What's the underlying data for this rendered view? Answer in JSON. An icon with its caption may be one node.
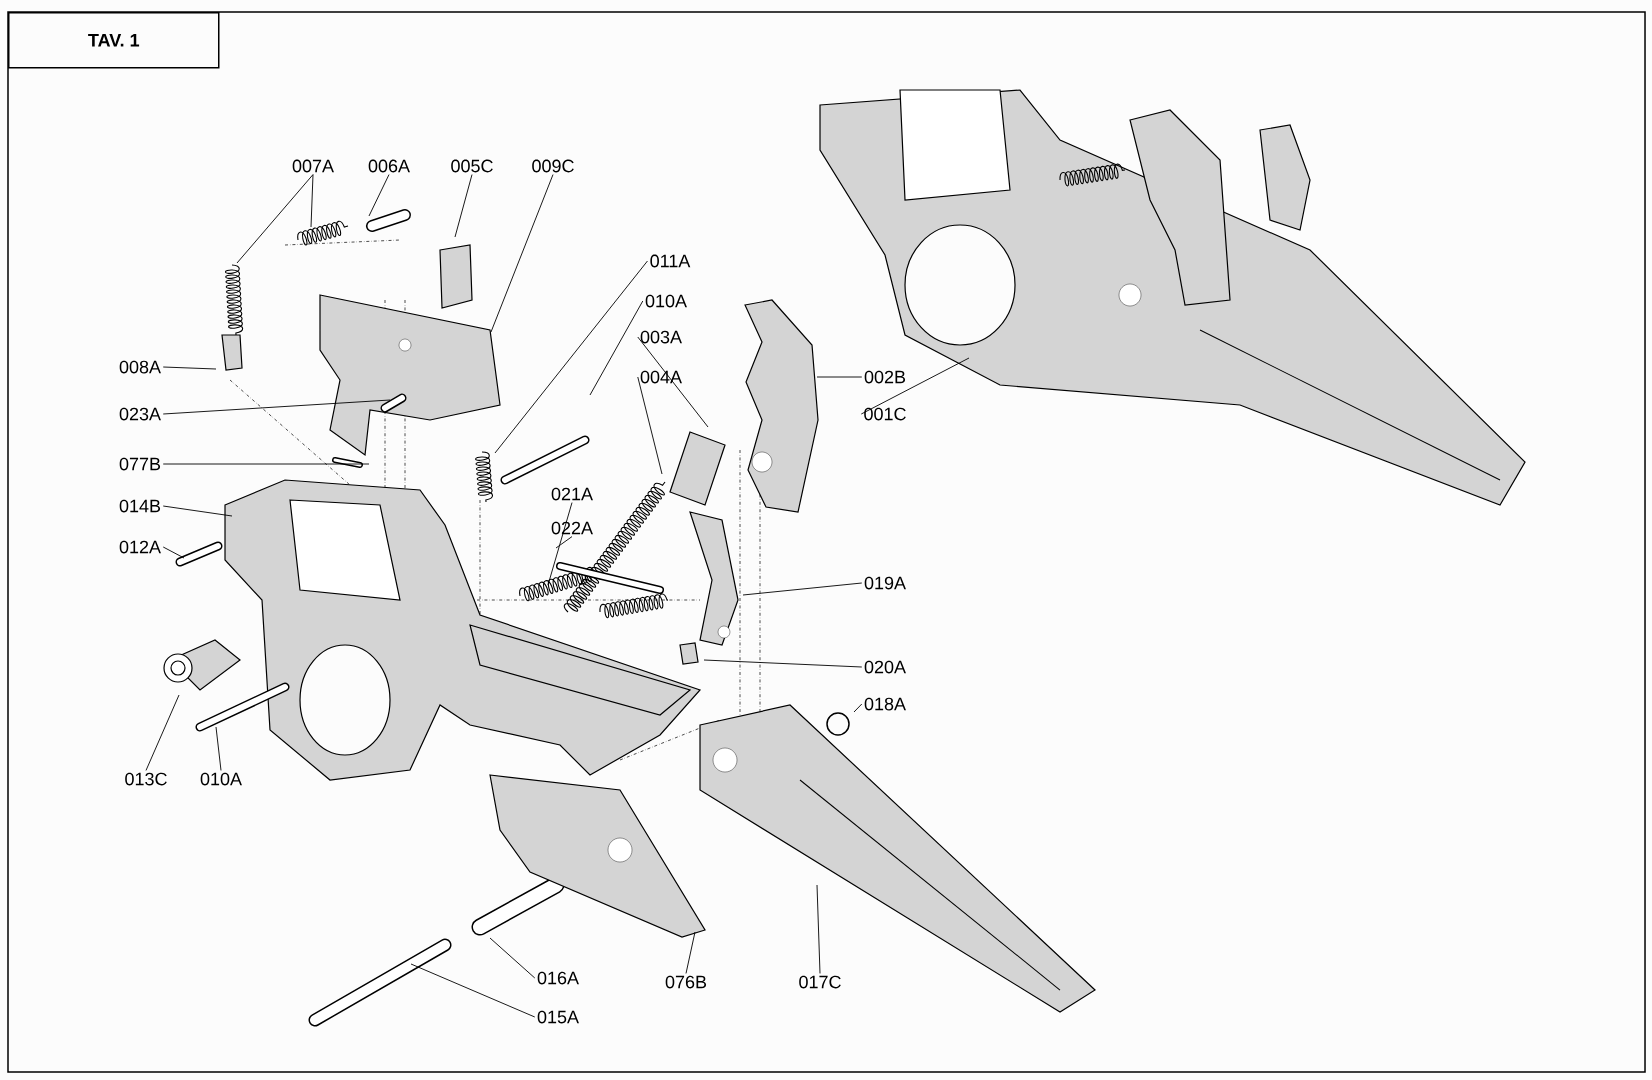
{
  "diagram": {
    "title": "TAV. 1",
    "nodes": [
      {
        "text": [
          "007A"
        ]
      },
      {
        "text": [
          "006A"
        ]
      },
      {
        "text": [
          "005C"
        ]
      },
      {
        "text": [
          "009C"
        ]
      },
      {
        "text": [
          "011A"
        ]
      },
      {
        "text": [
          "010A"
        ]
      },
      {
        "text": [
          "003A"
        ]
      },
      {
        "text": [
          "004A"
        ]
      },
      {
        "text": [
          "002B"
        ]
      },
      {
        "text": [
          "001C"
        ]
      },
      {
        "text": [
          "008A"
        ]
      },
      {
        "text": [
          "023A"
        ]
      },
      {
        "text": [
          "077B"
        ]
      },
      {
        "text": [
          "014B"
        ]
      },
      {
        "text": [
          "012A"
        ]
      },
      {
        "text": [
          "021A"
        ]
      },
      {
        "text": [
          "022A"
        ]
      },
      {
        "text": [
          "019A"
        ]
      },
      {
        "text": [
          "020A"
        ]
      },
      {
        "text": [
          "018A"
        ]
      },
      {
        "text": [
          "013C"
        ]
      },
      {
        "text": [
          "010A"
        ]
      },
      {
        "text": [
          "016A"
        ]
      },
      {
        "text": [
          "076B"
        ]
      },
      {
        "text": [
          "017C"
        ]
      },
      {
        "text": [
          "015A"
        ]
      }
    ],
    "edges": [
      {
        "from": 0,
        "to": null,
        "arrow": "none"
      },
      {
        "from": 0,
        "to": null,
        "arrow": "none"
      },
      {
        "from": 1,
        "to": null,
        "arrow": "none"
      },
      {
        "from": 2,
        "to": null,
        "arrow": "none"
      },
      {
        "from": 3,
        "to": null,
        "arrow": "none"
      },
      {
        "from": 4,
        "to": null,
        "arrow": "none"
      },
      {
        "from": 5,
        "to": null,
        "arrow": "none"
      },
      {
        "from": 6,
        "to": null,
        "arrow": "none"
      },
      {
        "from": 7,
        "to": null,
        "arrow": "none"
      },
      {
        "from": 8,
        "to": null,
        "arrow": "none"
      },
      {
        "from": 9,
        "to": null,
        "arrow": "none"
      },
      {
        "from": 10,
        "to": null,
        "arrow": "none"
      },
      {
        "from": 11,
        "to": null,
        "arrow": "none"
      },
      {
        "from": 12,
        "to": null,
        "arrow": "none"
      },
      {
        "from": 13,
        "to": null,
        "arrow": "none"
      },
      {
        "from": 14,
        "to": null,
        "arrow": "none"
      },
      {
        "from": 15,
        "to": null,
        "arrow": "none"
      },
      {
        "from": 16,
        "to": null,
        "arrow": "none"
      },
      {
        "from": 17,
        "to": null,
        "arrow": "none"
      },
      {
        "from": 18,
        "to": null,
        "arrow": "none"
      },
      {
        "from": 19,
        "to": null,
        "arrow": "none"
      },
      {
        "from": 20,
        "to": null,
        "arrow": "none"
      },
      {
        "from": 21,
        "to": null,
        "arrow": "none"
      },
      {
        "from": 22,
        "to": null,
        "arrow": "none"
      },
      {
        "from": 23,
        "to": null,
        "arrow": "none"
      },
      {
        "from": 24,
        "to": null,
        "arrow": "none"
      },
      {
        "from": 25,
        "to": null,
        "arrow": "none"
      }
    ]
  }
}
